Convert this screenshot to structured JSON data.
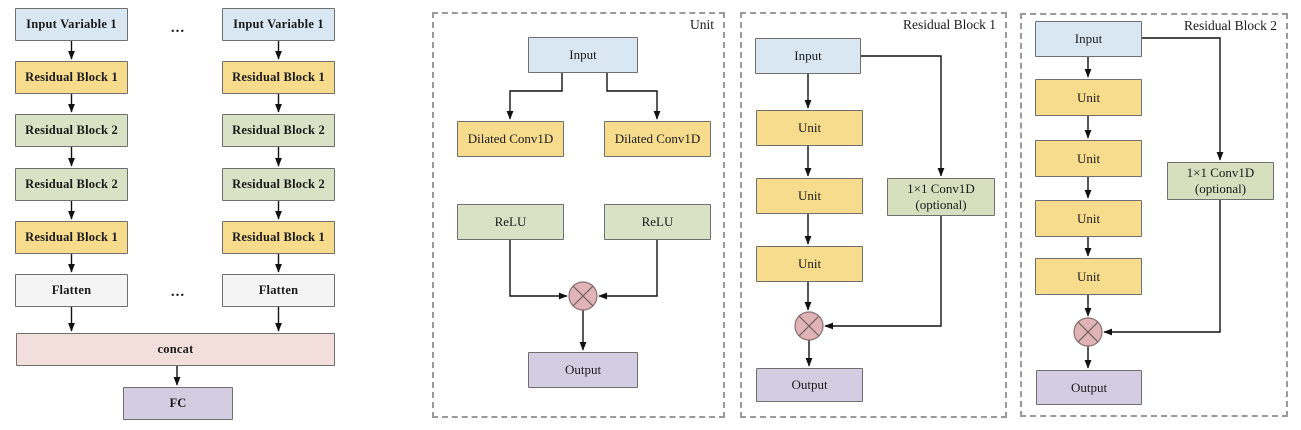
{
  "palette": {
    "input_blue": "#d9e7f2",
    "block_yellow": "#f7dc8e",
    "block_green": "#d9e2c4",
    "conv_green": "#d7dfbe",
    "flatten_gray": "#f4f4f4",
    "concat_pink": "#f2dfdb",
    "fc_purple": "#d4cde2",
    "multiply_pink": "#e0b4b6",
    "line_black": "#1a1a1a",
    "dash_gray": "#9a9a9a"
  },
  "left_flowchart": {
    "ellipsis_top": "...",
    "ellipsis_bottom": "...",
    "concat_label": "concat",
    "fc_label": "FC",
    "columns": [
      {
        "nodes": [
          "Input Variable 1",
          "Residual Block 1",
          "Residual Block 2",
          "Residual Block 2",
          "Residual Block 1",
          "Flatten"
        ]
      },
      {
        "nodes": [
          "Input Variable 1",
          "Residual Block 1",
          "Residual Block 2",
          "Residual Block 2",
          "Residual Block 1",
          "Flatten"
        ]
      }
    ]
  },
  "unit_panel": {
    "title": "Unit",
    "input": "Input",
    "conv_left": "Dilated Conv1D",
    "conv_right": "Dilated Conv1D",
    "relu_left": "ReLU",
    "relu_right": "ReLU",
    "multiply_icon": "circled-times-multiply",
    "output": "Output"
  },
  "rb1_panel": {
    "title": "Residual Block 1",
    "input": "Input",
    "units": [
      "Unit",
      "Unit",
      "Unit"
    ],
    "conv_line1": "1×1 Conv1D",
    "conv_line2": "(optional)",
    "multiply_icon": "circled-times-multiply",
    "output": "Output"
  },
  "rb2_panel": {
    "title": "Residual Block 2",
    "input": "Input",
    "units": [
      "Unit",
      "Unit",
      "Unit",
      "Unit"
    ],
    "conv_line1": "1×1 Conv1D",
    "conv_line2": "(optional)",
    "multiply_icon": "circled-times-multiply",
    "output": "Output"
  }
}
